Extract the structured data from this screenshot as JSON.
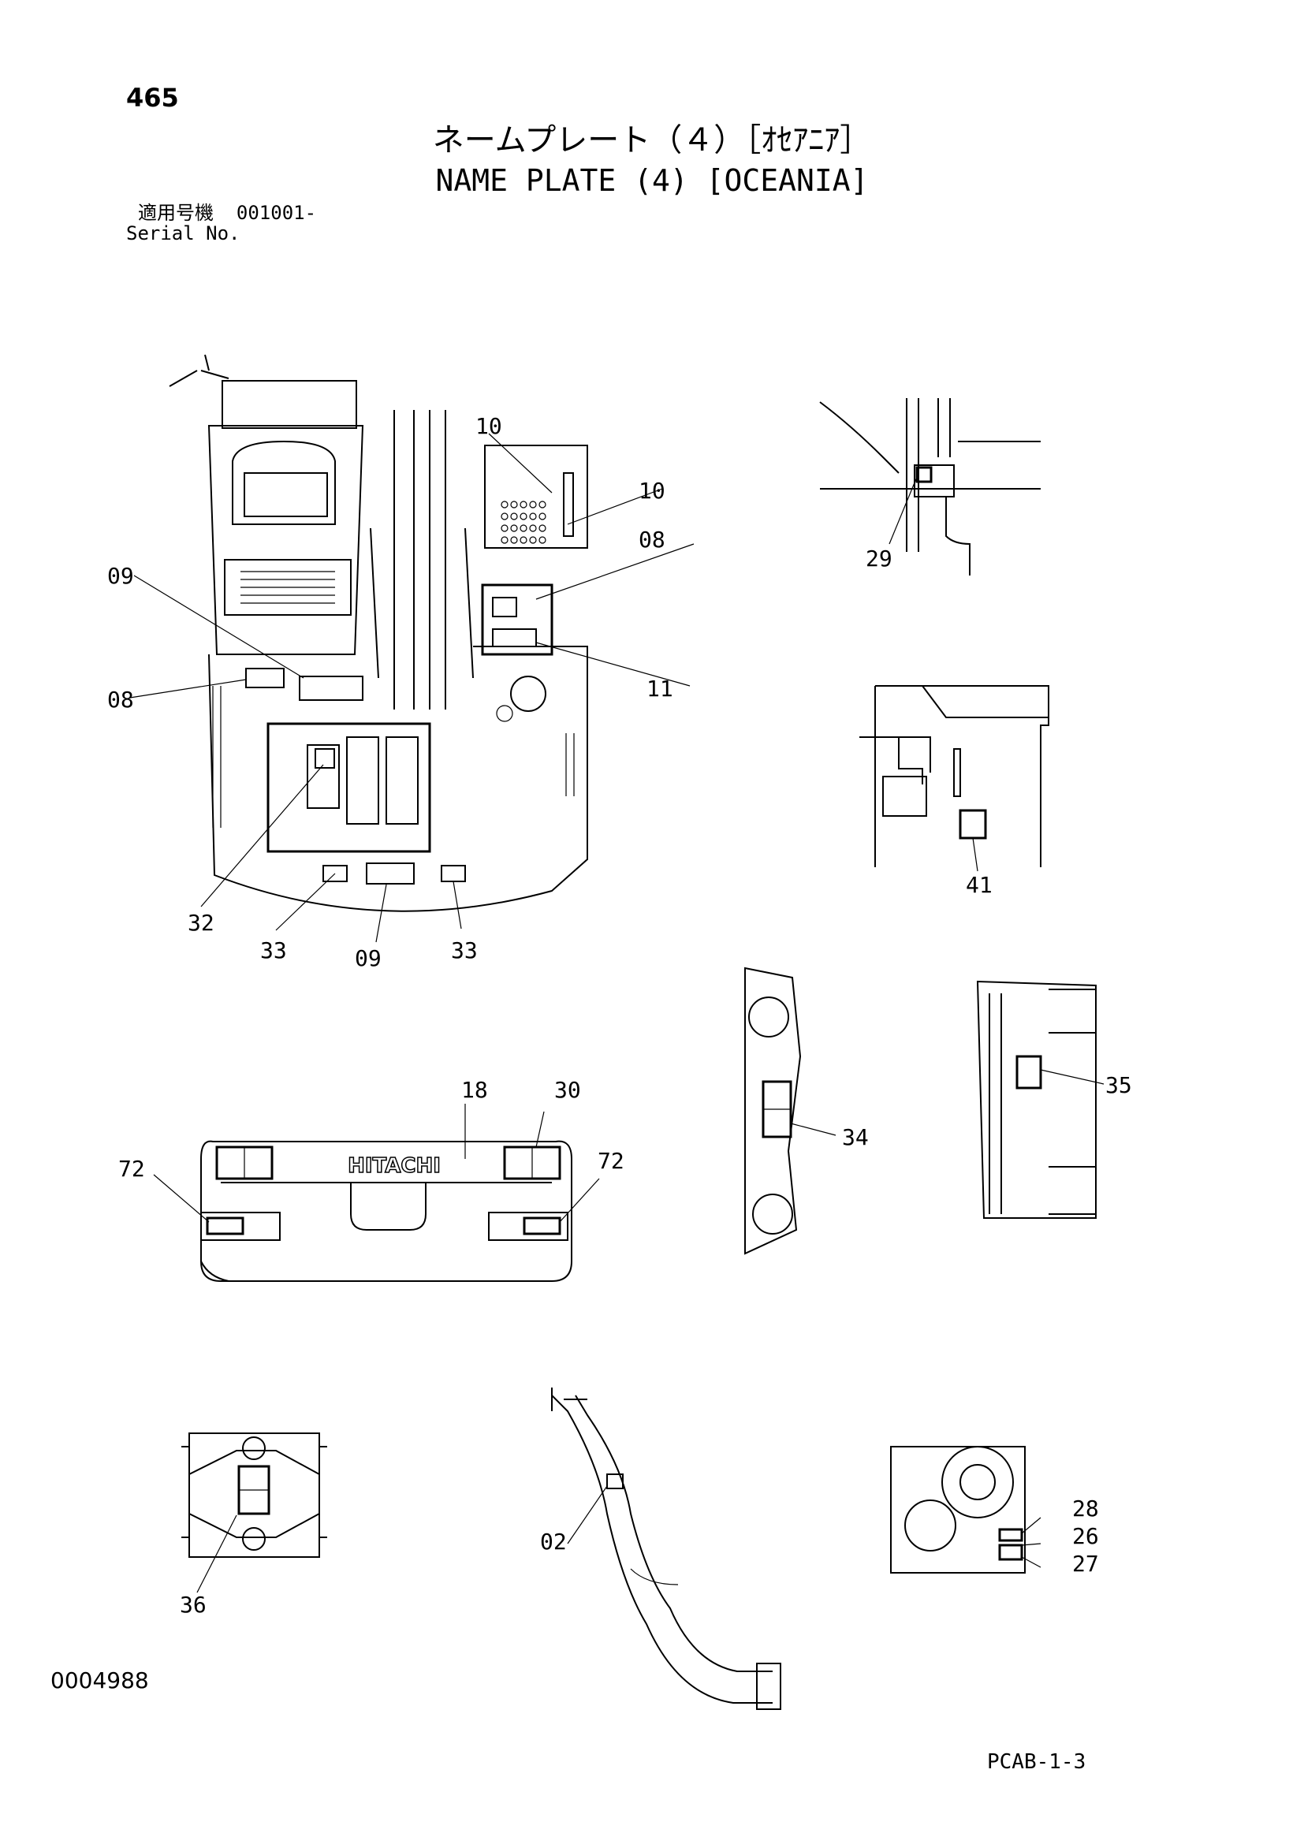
{
  "header": {
    "page_number": "465",
    "title_jp": "ネームプレート（４）［ｵｾｱﾆｱ］",
    "title_en": "NAME PLATE (4) [OCEANIA]",
    "serial_label_jp": "適用号機",
    "serial_value": "001001-",
    "serial_label_en": "Serial No."
  },
  "footer": {
    "doc_id": "0004988",
    "page_code": "PCAB-1-3"
  },
  "callouts": {
    "c10a": "10",
    "c10b": "10",
    "c08a": "08",
    "c09a": "09",
    "c08b": "08",
    "c11": "11",
    "c32": "32",
    "c33a": "33",
    "c09b": "09",
    "c33b": "33",
    "c29": "29",
    "c41": "41",
    "c34": "34",
    "c35": "35",
    "c18": "18",
    "c30": "30",
    "c72a": "72",
    "c72b": "72",
    "c36": "36",
    "c02": "02",
    "c28": "28",
    "c26": "26",
    "c27": "27"
  },
  "logo_text": "HITACHI"
}
